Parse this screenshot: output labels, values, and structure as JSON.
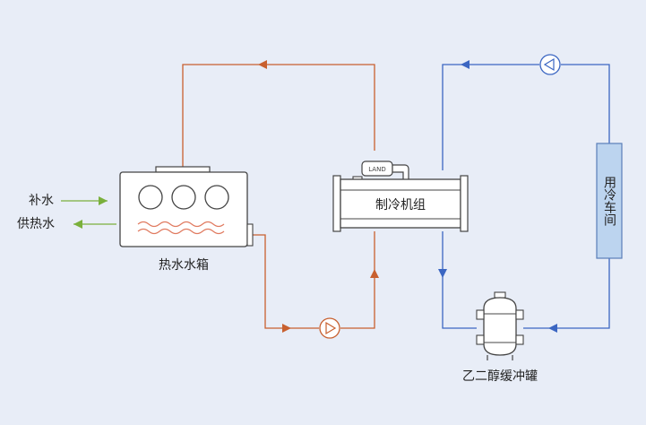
{
  "labels": {
    "hot_tank": "热水水箱",
    "chiller": "制冷机组",
    "chiller_logo": "LAND",
    "buffer_tank": "乙二醇缓冲罐",
    "cold_room": "用冷车间",
    "makeup_water": "补水",
    "hot_water_supply": "供热水"
  },
  "colors": {
    "background": "#e8edf7",
    "hot_loop": "#c8602f",
    "cold_loop": "#3b66c2",
    "water_arrow": "#7ab03c",
    "equipment_stroke": "#444444",
    "cold_room_fill": "#bcd4ef"
  }
}
